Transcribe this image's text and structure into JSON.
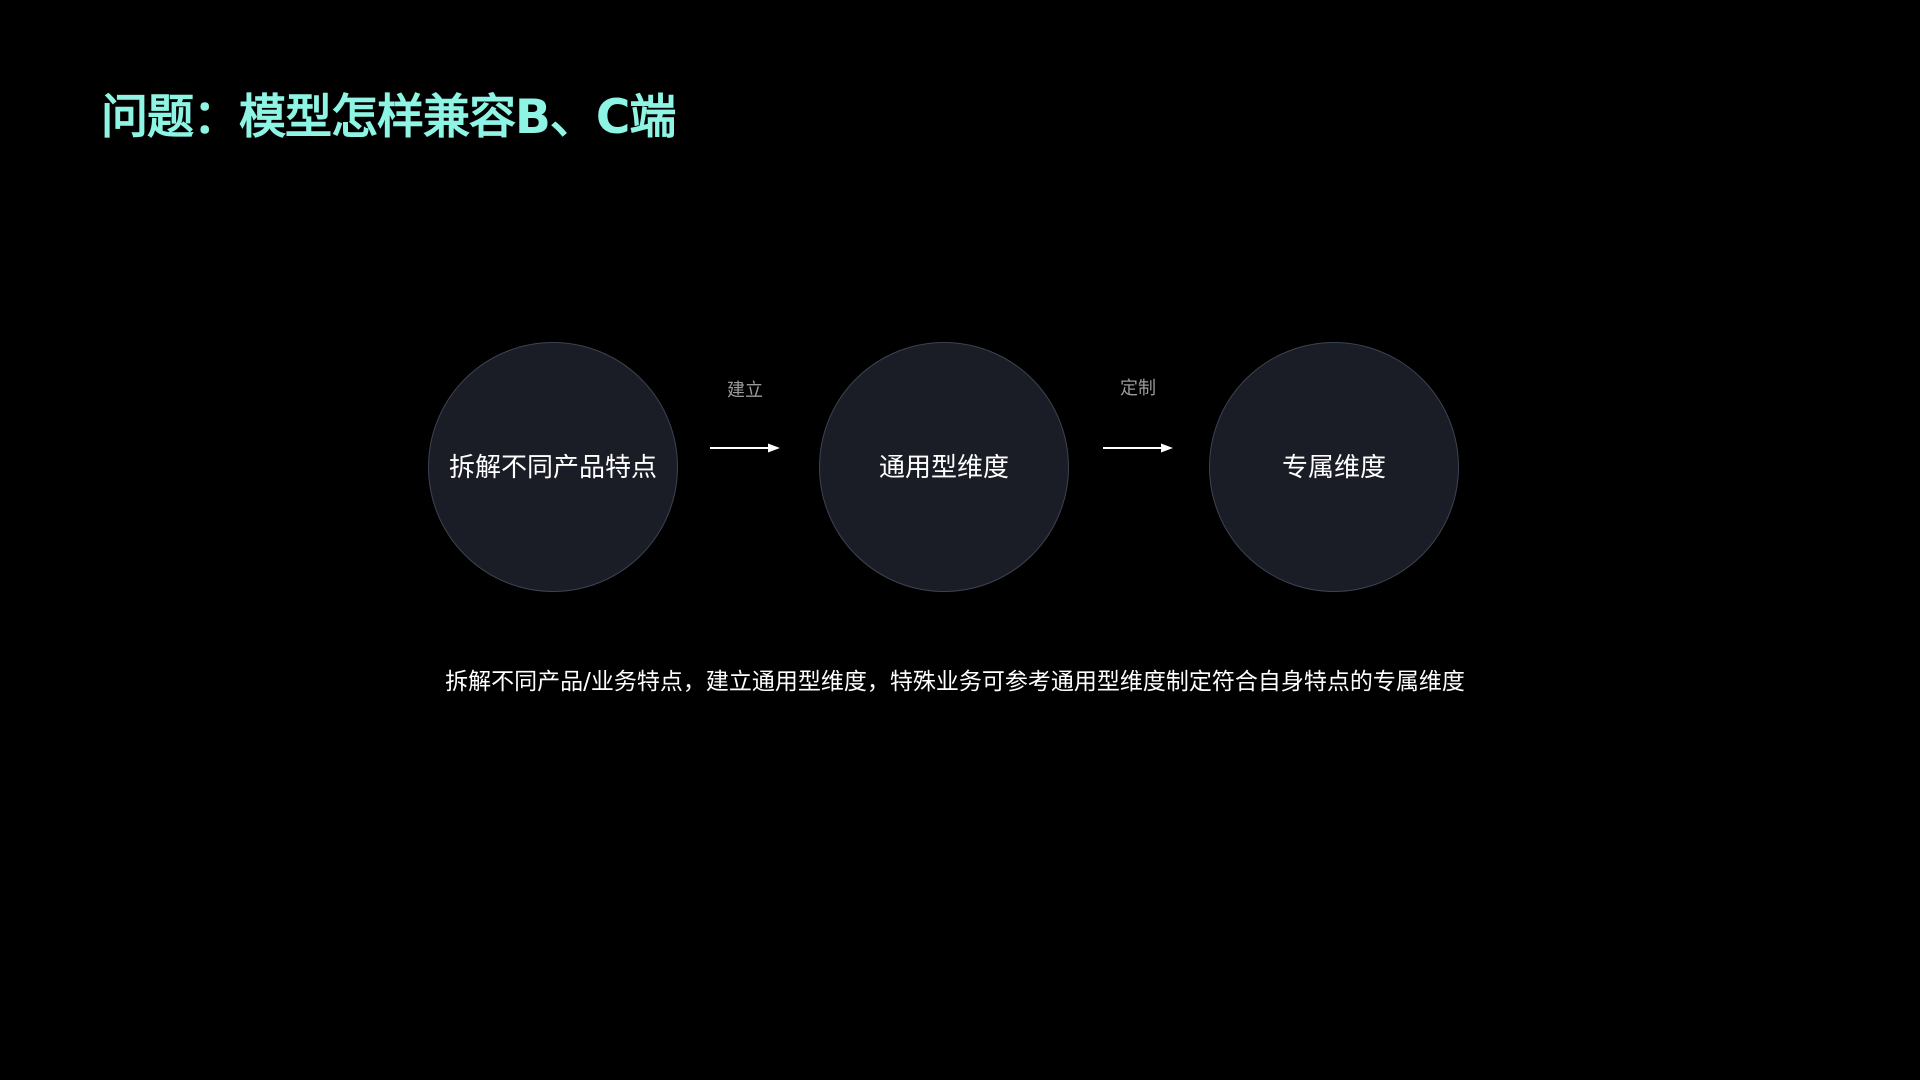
{
  "slide": {
    "title": "问题：模型怎样兼容B、C端",
    "colors": {
      "background": "#000000",
      "title": "#8ef5e4",
      "circle_fill": "#1a1d26",
      "circle_border": "#3c4352",
      "circle_text": "#ffffff",
      "connector_label": "#9a9a9a",
      "arrow": "#ffffff"
    }
  },
  "diagram": {
    "nodes": [
      {
        "label": "拆解不同产品特点"
      },
      {
        "label": "通用型维度"
      },
      {
        "label": "专属维度"
      }
    ],
    "edges": [
      {
        "from": 0,
        "to": 1,
        "label": "建立",
        "icon": "arrow-right-icon"
      },
      {
        "from": 1,
        "to": 2,
        "label": "定制",
        "icon": "arrow-right-icon"
      }
    ]
  },
  "caption": "拆解不同产品/业务特点，建立通用型维度，特殊业务可参考通用型维度制定符合自身特点的专属维度"
}
